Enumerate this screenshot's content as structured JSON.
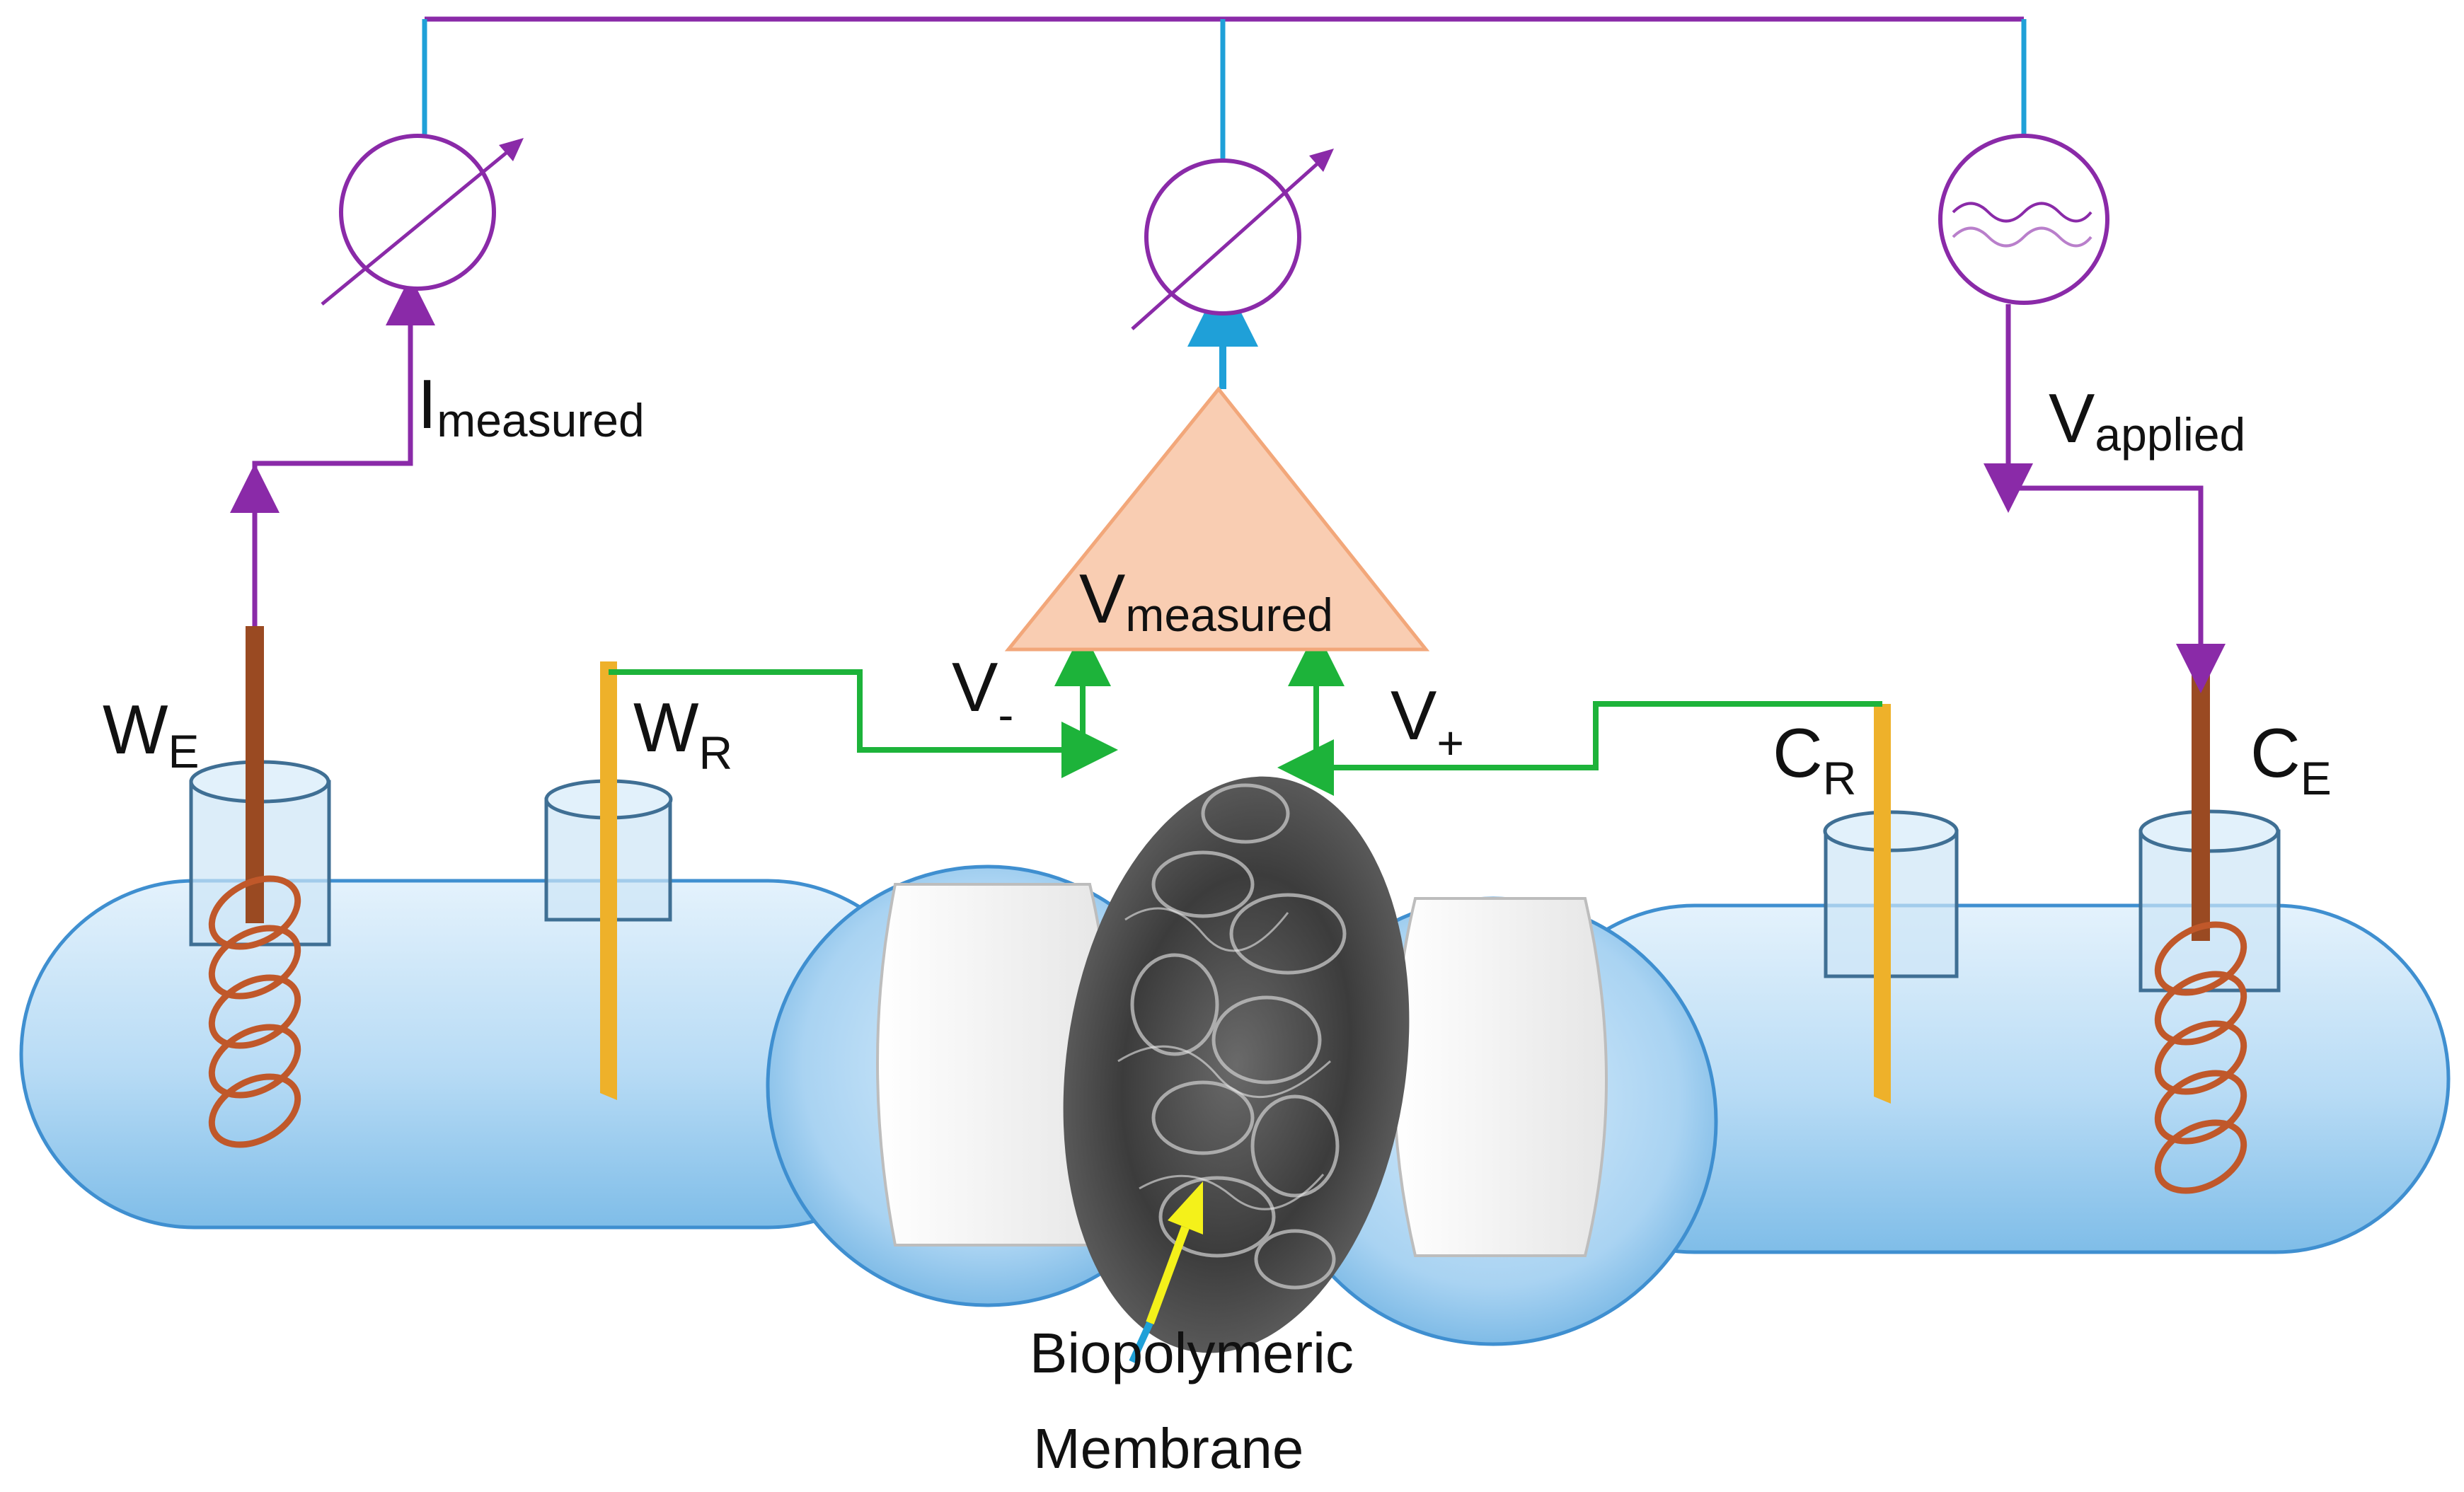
{
  "labels": {
    "i_measured_main": "I",
    "i_measured_sub": "measured",
    "v_measured_main": "V",
    "v_measured_sub": "measured",
    "v_applied_main": "V",
    "v_applied_sub": "applied",
    "v_minus_main": "V",
    "v_minus_sub": "-",
    "v_plus_main": "V",
    "v_plus_sub": "+",
    "we_main": "W",
    "we_sub": "E",
    "wr_main": "W",
    "wr_sub": "R",
    "cr_main": "C",
    "cr_sub": "R",
    "ce_main": "C",
    "ce_sub": "E",
    "membrane_line1": "Biopolymeric",
    "membrane_line2": "Membrane"
  },
  "colors": {
    "purple_wire": "#8a2aa8",
    "blue_wire": "#1fa0d8",
    "green_wire": "#1db33a",
    "amplifier_fill": "#f9cdb2",
    "amplifier_stroke": "#f2a77a",
    "cell_fill": "#bfe0f7",
    "electrode_brown": "#9a4a22",
    "electrode_yellow": "#eeb12a",
    "pointer_arrow": "#f4f11a"
  },
  "icons": [
    "ammeter-icon",
    "voltmeter-icon",
    "ac-source-icon",
    "amplifier-triangle",
    "coil-electrode-icon"
  ]
}
